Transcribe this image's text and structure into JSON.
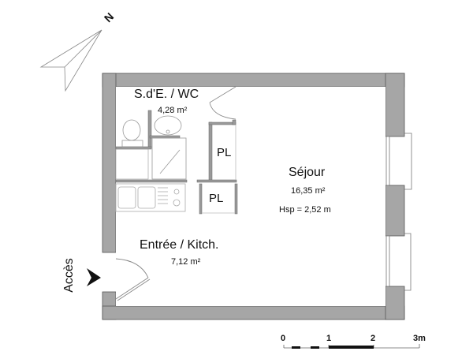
{
  "compass": {
    "label": "N",
    "icon": "north-arrow-icon"
  },
  "rooms": [
    {
      "id": "sde-wc",
      "name": "S.d'E. / WC",
      "area": "4,28 m²"
    },
    {
      "id": "sejour",
      "name": "Séjour",
      "area": "16,35 m²",
      "ceiling_height": "Hsp = 2,52 m"
    },
    {
      "id": "entree-kitch",
      "name": "Entrée / Kitch.",
      "area": "7,12 m²"
    }
  ],
  "closets": [
    {
      "label": "PL"
    },
    {
      "label": "PL"
    }
  ],
  "entrance": {
    "label": "Accès",
    "icon": "entrance-arrow-icon"
  },
  "fixtures": [
    "toilet",
    "washbasin",
    "shower",
    "double-sink",
    "drainboard",
    "cooktop"
  ],
  "scale_bar": {
    "ticks": [
      "0",
      "1",
      "2",
      "3m"
    ]
  },
  "colors": {
    "wall": "#a6a6a6",
    "wall_outline": "#555555",
    "background": "#ffffff",
    "fixture_line": "#999999"
  }
}
